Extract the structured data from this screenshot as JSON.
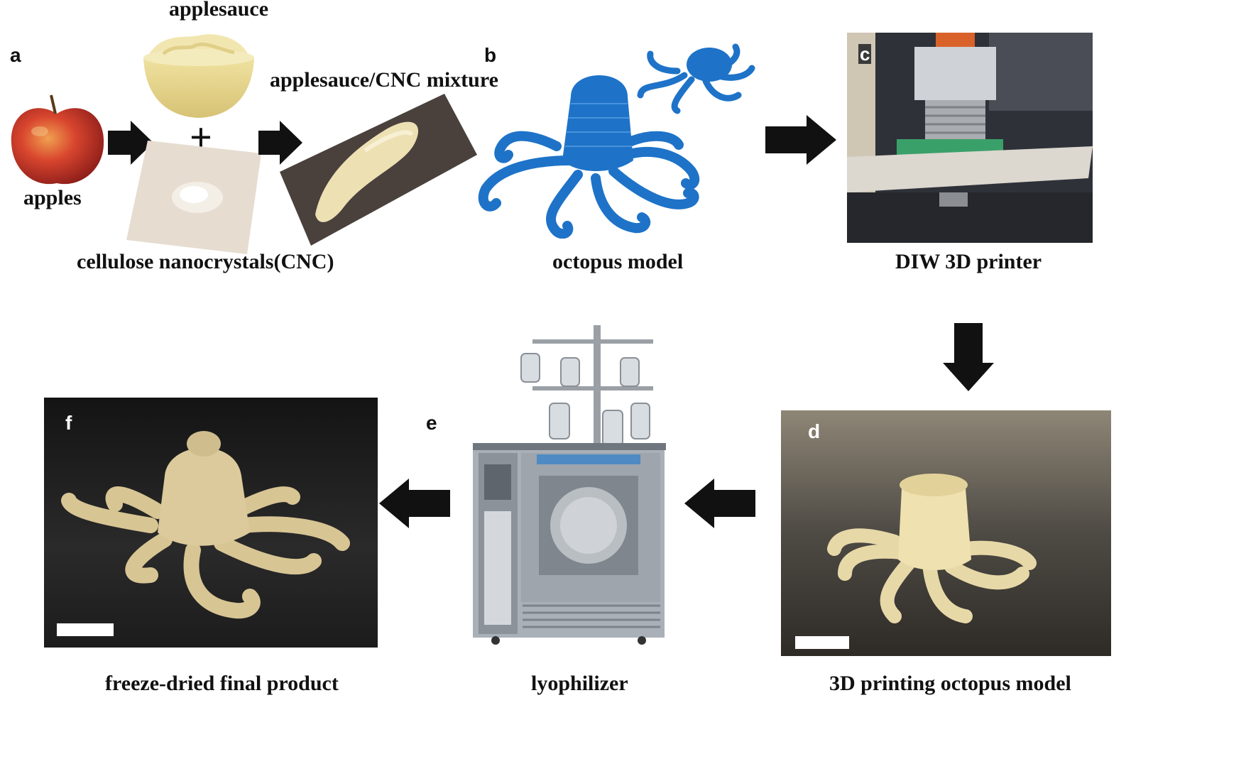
{
  "panels": {
    "a": {
      "label": "a",
      "applesauce": "applesauce",
      "mixture": "applesauce/CNC mixture",
      "apples": "apples",
      "cnc": "cellulose nanocrystals(CNC)",
      "plus": "+"
    },
    "b": {
      "label": "b",
      "caption": "octopus model"
    },
    "c": {
      "label": "c",
      "caption": "DIW 3D printer"
    },
    "d": {
      "label": "d",
      "caption": "3D printing octopus model"
    },
    "e": {
      "label": "e",
      "caption": "lyophilizer"
    },
    "f": {
      "label": "f",
      "caption": "freeze-dried final product"
    }
  },
  "colors": {
    "arrow": "#111111",
    "octopus_model": "#1e73c8",
    "printed_octopus": "#e9dcae",
    "dried_octopus": "#d8c89a",
    "apple": "#c8302a"
  },
  "icons": [
    "apple-image",
    "applesauce-bowl-image",
    "cnc-powder-image",
    "mixture-paper-image",
    "octopus-model-image",
    "printer-photo",
    "printed-octopus-photo",
    "lyophilizer-image",
    "freeze-dried-octopus-photo",
    "arrow-right-icon",
    "arrow-down-icon",
    "arrow-left-icon"
  ]
}
